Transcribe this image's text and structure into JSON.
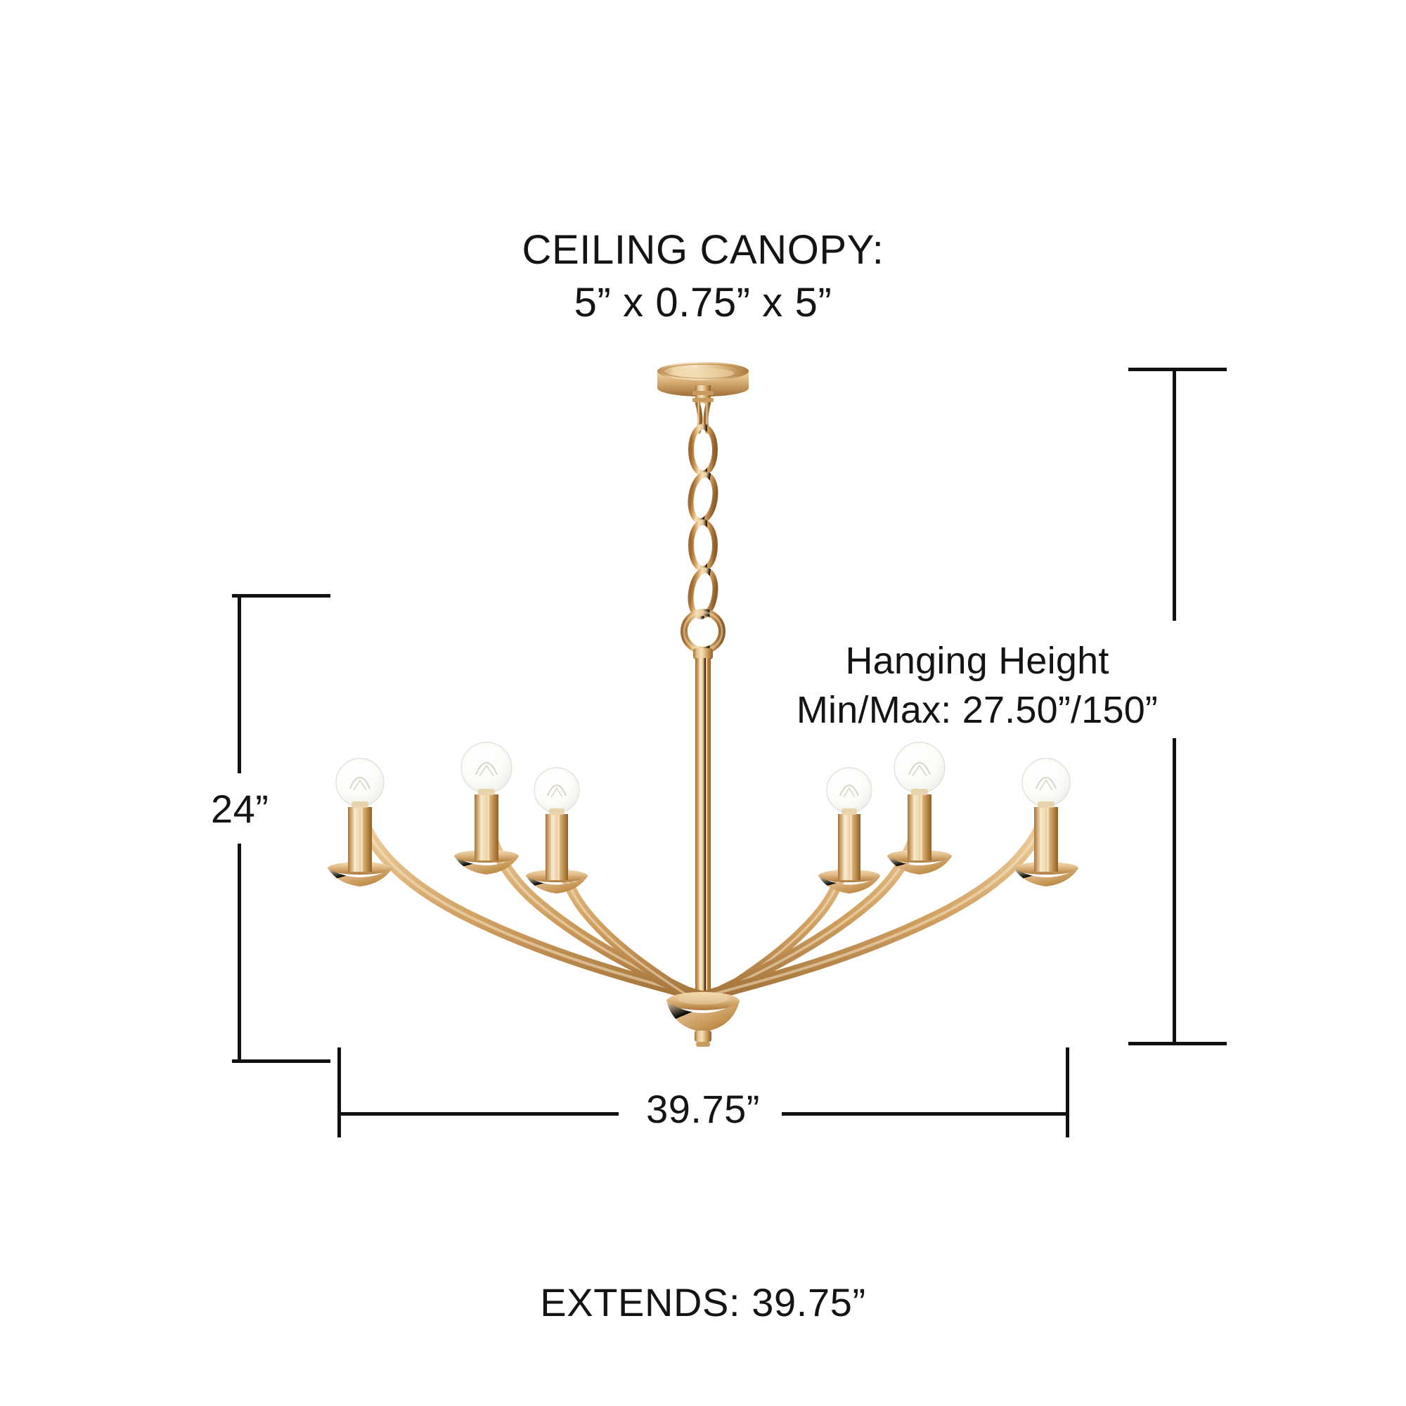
{
  "header": {
    "line1": "CEILING CANOPY:",
    "line2": "5” x 0.75” x 5”"
  },
  "dimensions": {
    "height_label": "24”",
    "width_label": "39.75”",
    "hanging_height_line1": "Hanging Height",
    "hanging_height_line2": "Min/Max: 27.50”/150”",
    "extends_label": "EXTENDS: 39.75”"
  },
  "product": {
    "type": "chandelier",
    "arm_count": 6,
    "bulb_count": 6,
    "chain_links": 5,
    "finish_name": "brass",
    "colors": {
      "brass_light": "#F2D9AE",
      "brass_mid": "#D9A96B",
      "brass_dark": "#A9763C",
      "brass_deep": "#8A5C2B",
      "bulb_glass": "#FAFAFA",
      "line": "#111111",
      "background": "#FFFFFF"
    }
  }
}
